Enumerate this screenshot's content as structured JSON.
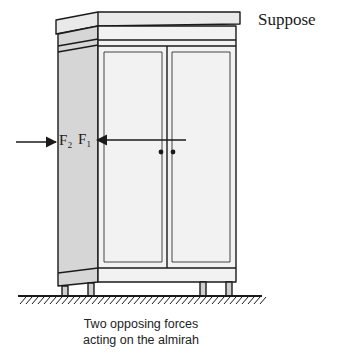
{
  "diagram": {
    "caption": "Two opposing forces acting on the almirah",
    "labels": [
      "Suppose",
      "F₂",
      "F₁"
    ]
  }
}
